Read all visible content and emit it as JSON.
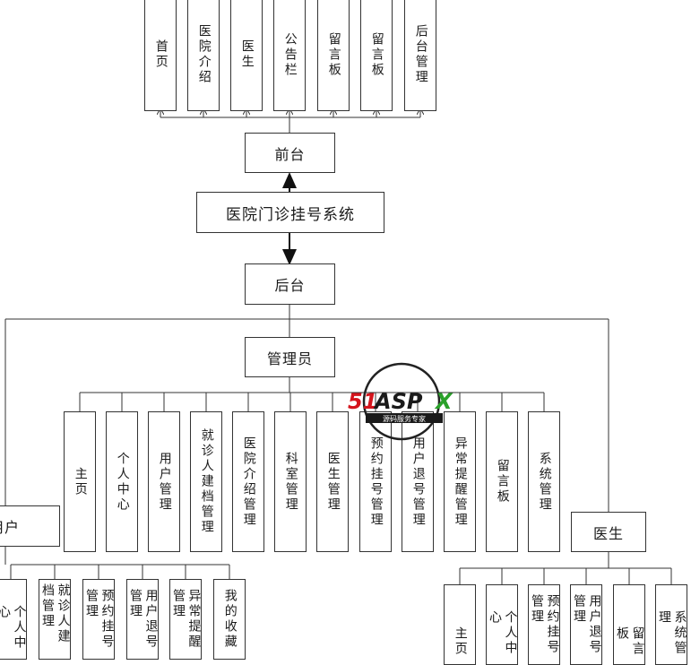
{
  "root": "医院门诊挂号系统",
  "front": "前台",
  "back": "后台",
  "front_modules": [
    "首页",
    "医院介绍",
    "医生",
    "公告栏",
    "留言板",
    "留言板",
    "后台管理"
  ],
  "admin": {
    "label": "管理员",
    "modules": [
      "主页",
      "个人中心",
      "用户管理",
      "就诊人建档管理",
      "医院介绍管理",
      "科室管理",
      "医生管理",
      "预约挂号管理",
      "用户退号管理",
      "异常提醒管理",
      "留言板",
      "系统管理"
    ]
  },
  "user": {
    "label": "用户",
    "modules": [
      "个人中心",
      "就诊人建档管理",
      "预约挂号管理",
      "用户退号管理",
      "异常提醒管理",
      "我的收藏"
    ]
  },
  "doctor": {
    "label": "医生",
    "modules": [
      "主页",
      "个人中心",
      "预约挂号管理",
      "用户退号管理",
      "留言板",
      "系统管理"
    ]
  },
  "watermark": {
    "brand": "51ASPX",
    "tagline": "源码服务专家"
  }
}
